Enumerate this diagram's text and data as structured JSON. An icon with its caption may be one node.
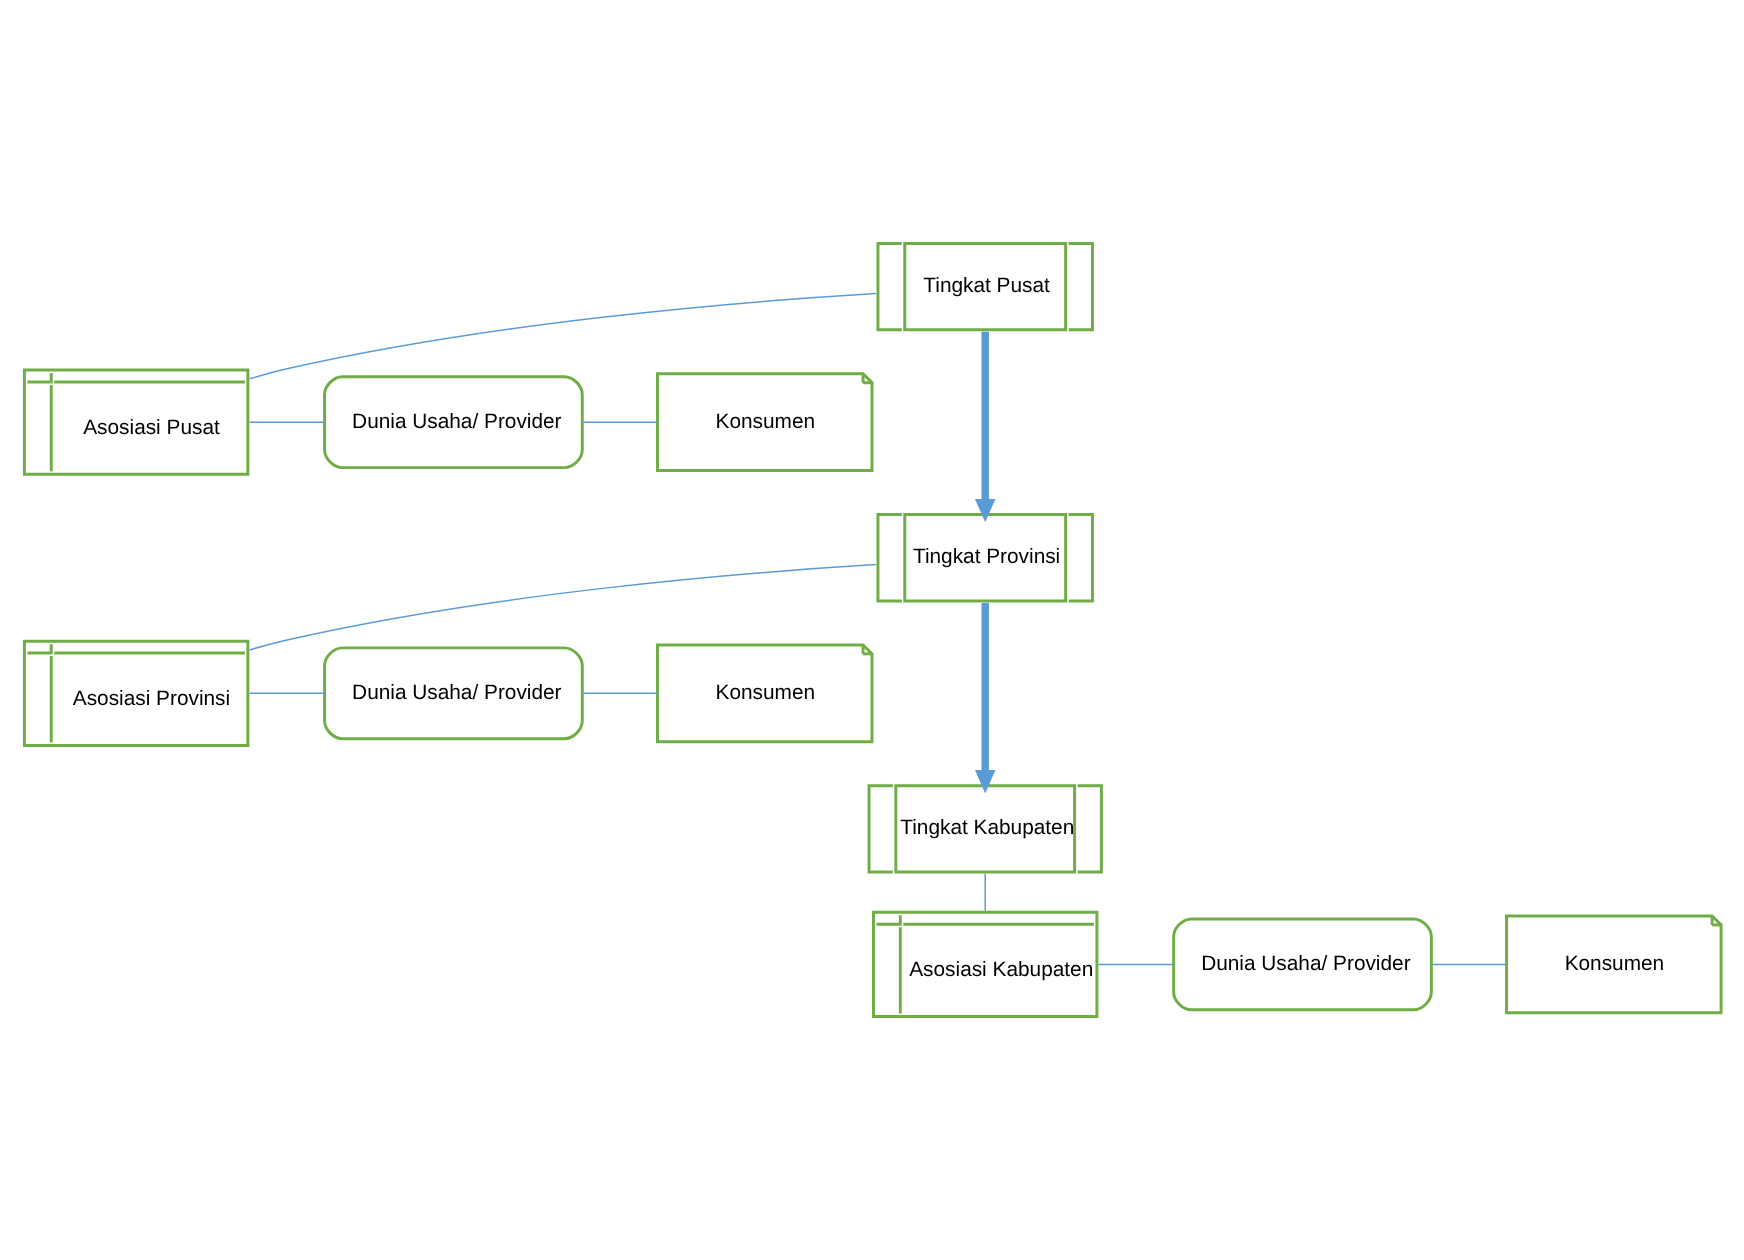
{
  "diagram": {
    "nodes": [
      {
        "text": [
          "Tingkat Pusat"
        ]
      },
      {
        "text": [
          "Asosiasi Pusat"
        ]
      },
      {
        "text": [
          "Dunia Usaha/ Provider"
        ]
      },
      {
        "text": [
          "Konsumen"
        ]
      },
      {
        "text": [
          "Tingkat Provinsi"
        ]
      },
      {
        "text": [
          "Asosiasi Provinsi"
        ]
      },
      {
        "text": [
          "Dunia Usaha/ Provider"
        ]
      },
      {
        "text": [
          "Konsumen"
        ]
      },
      {
        "text": [
          "Tingkat Kabupaten"
        ]
      },
      {
        "text": [
          "Asosiasi Kabupaten"
        ]
      },
      {
        "text": [
          "Dunia Usaha/ Provider"
        ]
      },
      {
        "text": [
          "Konsumen"
        ]
      }
    ],
    "edges": [
      {
        "from": 0,
        "to": 1,
        "arrow": "none"
      },
      {
        "from": 1,
        "to": 2,
        "arrow": "none"
      },
      {
        "from": 2,
        "to": 3,
        "arrow": "none"
      },
      {
        "from": 0,
        "to": 4,
        "arrow": "to",
        "style": "thick"
      },
      {
        "from": 4,
        "to": 5,
        "arrow": "none"
      },
      {
        "from": 5,
        "to": 6,
        "arrow": "none"
      },
      {
        "from": 6,
        "to": 7,
        "arrow": "none"
      },
      {
        "from": 4,
        "to": 8,
        "arrow": "to",
        "style": "thick"
      },
      {
        "from": 8,
        "to": 9,
        "arrow": "none"
      },
      {
        "from": 9,
        "to": 10,
        "arrow": "none"
      },
      {
        "from": 10,
        "to": 11,
        "arrow": "none"
      }
    ]
  }
}
